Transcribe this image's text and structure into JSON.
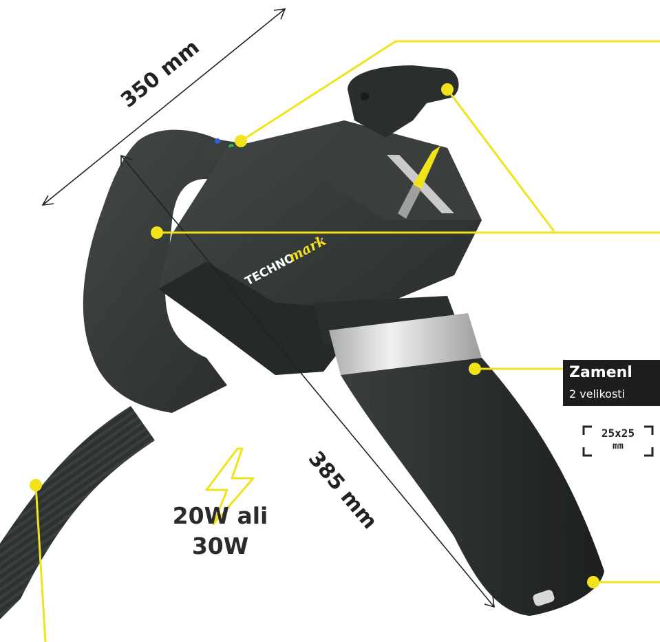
{
  "dimensions": {
    "width_label": "350 mm",
    "length_label": "385 mm"
  },
  "power": {
    "line1": "20W ali",
    "line2": "30W",
    "icon": "lightning-bolt-icon"
  },
  "brand": {
    "techno": "TECHNO",
    "mark": "mark"
  },
  "callouts": {
    "lens_title": "Zamenl",
    "lens_subtitle": "2 velikosti",
    "field_size": "25x25",
    "field_unit": "mm"
  },
  "colors": {
    "accent": "#f2e21a",
    "body": "#2f3331",
    "dark_tag": "#1d1d1d",
    "metal_ring": "#d8d8d8"
  }
}
